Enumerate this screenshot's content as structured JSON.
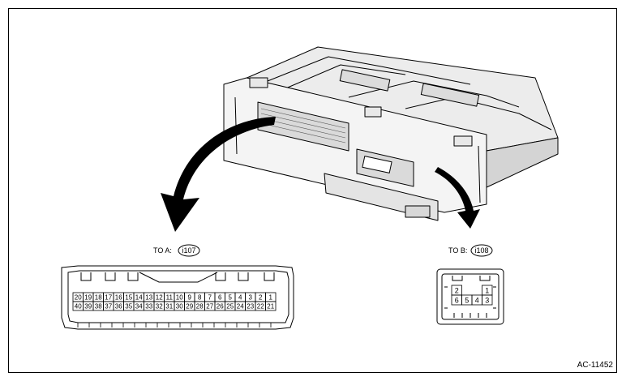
{
  "connector_a": {
    "label": "TO A:",
    "code": "i107",
    "top_row": [
      "20",
      "19",
      "18",
      "17",
      "16",
      "15",
      "14",
      "13",
      "12",
      "11",
      "10",
      "9",
      "8",
      "7",
      "6",
      "5",
      "4",
      "3",
      "2",
      "1"
    ],
    "bottom_row": [
      "40",
      "39",
      "38",
      "37",
      "36",
      "35",
      "34",
      "33",
      "32",
      "31",
      "30",
      "29",
      "28",
      "27",
      "26",
      "25",
      "24",
      "23",
      "22",
      "21"
    ]
  },
  "connector_b": {
    "label": "TO B:",
    "code": "i108",
    "top_row": [
      "2",
      "",
      "",
      "1"
    ],
    "bottom_row": [
      "6",
      "5",
      "4",
      "3"
    ]
  },
  "figure_id": "AC-11452",
  "colors": {
    "line": "#000000",
    "module_fill": "#e6e6e6",
    "module_shade": "#c8c8c8",
    "arrow": "#000000"
  }
}
